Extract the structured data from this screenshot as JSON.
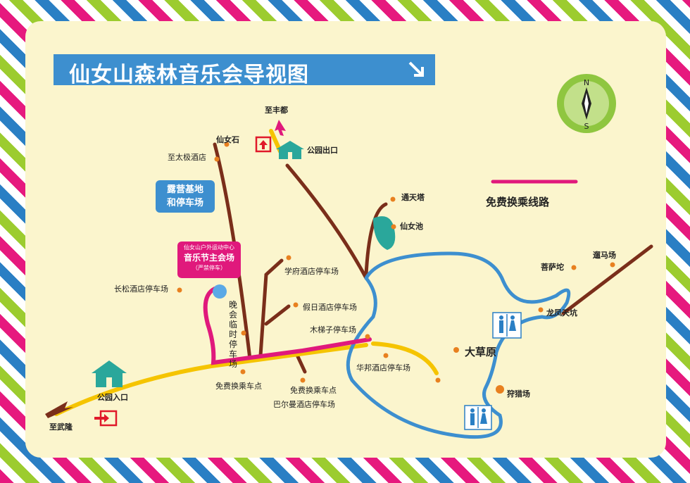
{
  "title": "仙女山森林音乐会导视图",
  "legend": {
    "shuttle_route": "免费换乘线路"
  },
  "compass": {
    "north": "N",
    "south": "S"
  },
  "boxes": {
    "campsite": [
      "露营基地",
      "和停车场"
    ],
    "main_venue": {
      "line1": "仙女山户外运动中心",
      "line2": "音乐节主会场",
      "line3": "（严禁停车）"
    }
  },
  "vertical_label": [
    "晚",
    "会",
    "临",
    "时",
    "停",
    "车",
    "场"
  ],
  "labels": {
    "to_fengdu": "至丰都",
    "park_exit": "公园出口",
    "xiannv_stone": "仙女石",
    "to_taiji_hotel": "至太极酒店",
    "tongtian_pagoda": "通天塔",
    "xiannv_pond": "仙女池",
    "xuefu_parking": "学府酒店停车场",
    "changsong_parking": "长松酒店停车场",
    "holiday_parking": "假日酒店停车场",
    "mutizi_parking": "木梯子停车场",
    "park_entrance": "公园入口",
    "to_wulong": "至武隆",
    "shuttle_point_1": "免费换乘车点",
    "shuttle_point_2": "免费换乘车点",
    "barman_parking": "巴尔曼酒店停车场",
    "huabang_parking": "华邦酒店停车场",
    "big_grassland": "大草原",
    "hunting_ground": "狩猎场",
    "pusatuo": "菩萨坨",
    "longfeng_tiankeng": "龙凤天坑",
    "horse_track": "遛马场"
  },
  "colors": {
    "panel": "#fbf5cd",
    "title_bar": "#3d8fcf",
    "shuttle_route": "#e0197c",
    "blue_road": "#3d8fcf",
    "yellow_road": "#f5c400",
    "brown_road": "#7a2e1a",
    "poi_dot": "#e8801f"
  }
}
